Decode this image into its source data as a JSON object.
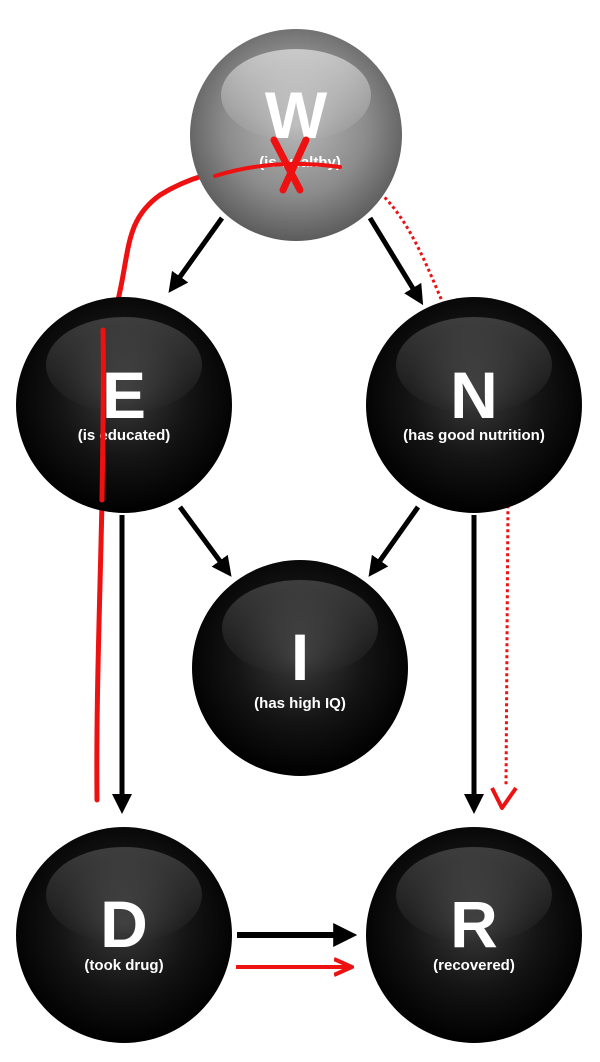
{
  "nodes": {
    "W": {
      "letter": "W",
      "label": "(is wealthy)"
    },
    "E": {
      "letter": "E",
      "label": "(is educated)"
    },
    "N": {
      "letter": "N",
      "label": "(has good nutrition)"
    },
    "I": {
      "letter": "I",
      "label": "(has high IQ)"
    },
    "D": {
      "letter": "D",
      "label": "(took drug)"
    },
    "R": {
      "letter": "R",
      "label": "(recovered)"
    }
  },
  "colors": {
    "node_fill": "#000000",
    "intervened_node_fill": "#8a8a8a",
    "edge": "#000000",
    "annotation": "#ee1111"
  }
}
